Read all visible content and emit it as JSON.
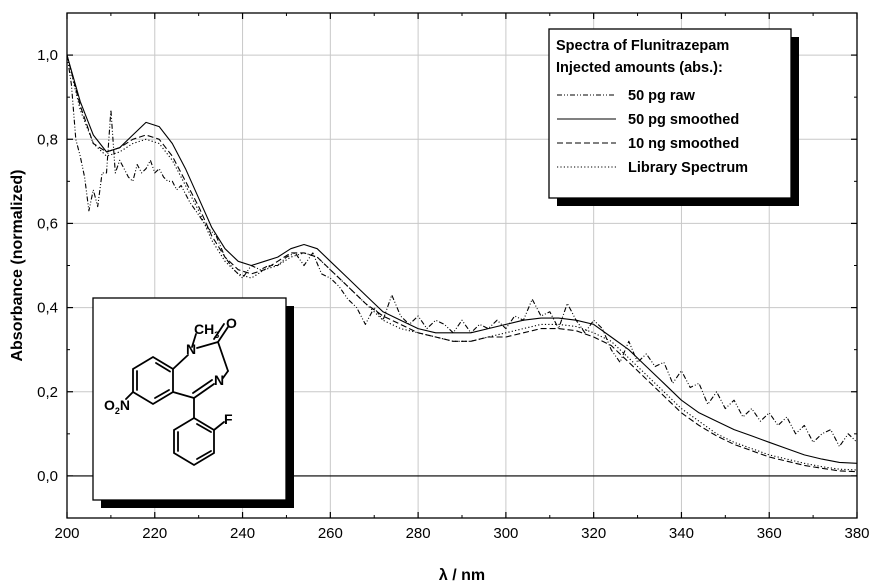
{
  "chart_data": {
    "type": "line",
    "xlabel": "λ / nm",
    "ylabel": "Absorbance (normalized)",
    "xlim": [
      200,
      380
    ],
    "ylim": [
      -0.1,
      1.1
    ],
    "xticks": [
      "200",
      "220",
      "240",
      "260",
      "280",
      "300",
      "320",
      "340",
      "360",
      "380"
    ],
    "yticks": [
      "0,0",
      "0,2",
      "0,4",
      "0,6",
      "0,8",
      "1,0"
    ],
    "grid": true,
    "legend": {
      "position": "top-right",
      "title_lines": [
        "Spectra of Flunitrazepam",
        "Injected amounts (abs.):"
      ]
    },
    "series": [
      {
        "name": "50 pg raw",
        "style": "dash-dot-dot",
        "x": [
          200,
          201,
          202,
          203,
          204,
          205,
          206,
          207,
          208,
          209,
          210,
          211,
          212,
          213,
          214,
          215,
          216,
          217,
          218,
          219,
          220,
          221,
          222,
          223,
          224,
          225,
          226,
          228,
          230,
          232,
          234,
          236,
          238,
          240,
          242,
          244,
          246,
          248,
          250,
          252,
          254,
          256,
          258,
          260,
          262,
          264,
          266,
          268,
          270,
          272,
          274,
          276,
          278,
          280,
          282,
          284,
          286,
          288,
          290,
          292,
          294,
          296,
          298,
          300,
          302,
          304,
          306,
          308,
          310,
          312,
          314,
          316,
          318,
          320,
          322,
          324,
          326,
          328,
          330,
          332,
          334,
          336,
          338,
          340,
          342,
          344,
          346,
          348,
          350,
          352,
          354,
          356,
          358,
          360,
          362,
          364,
          366,
          368,
          370,
          372,
          374,
          376,
          378,
          380
        ],
        "y": [
          1.0,
          0.93,
          0.8,
          0.76,
          0.71,
          0.63,
          0.68,
          0.64,
          0.72,
          0.72,
          0.87,
          0.72,
          0.75,
          0.73,
          0.71,
          0.7,
          0.74,
          0.72,
          0.73,
          0.75,
          0.72,
          0.73,
          0.71,
          0.7,
          0.7,
          0.68,
          0.69,
          0.65,
          0.62,
          0.59,
          0.57,
          0.52,
          0.49,
          0.47,
          0.5,
          0.49,
          0.5,
          0.5,
          0.52,
          0.53,
          0.5,
          0.53,
          0.48,
          0.47,
          0.45,
          0.42,
          0.4,
          0.36,
          0.4,
          0.37,
          0.43,
          0.38,
          0.36,
          0.38,
          0.35,
          0.37,
          0.36,
          0.34,
          0.37,
          0.34,
          0.36,
          0.35,
          0.37,
          0.35,
          0.38,
          0.37,
          0.42,
          0.38,
          0.39,
          0.35,
          0.41,
          0.37,
          0.34,
          0.37,
          0.35,
          0.3,
          0.27,
          0.32,
          0.27,
          0.29,
          0.26,
          0.27,
          0.22,
          0.25,
          0.21,
          0.22,
          0.17,
          0.2,
          0.16,
          0.18,
          0.14,
          0.16,
          0.13,
          0.15,
          0.12,
          0.14,
          0.1,
          0.12,
          0.08,
          0.1,
          0.11,
          0.07,
          0.1,
          0.08
        ]
      },
      {
        "name": "50 pg smoothed",
        "style": "solid",
        "x": [
          200,
          203,
          206,
          209,
          212,
          215,
          218,
          221,
          224,
          227,
          230,
          233,
          236,
          239,
          242,
          245,
          248,
          251,
          254,
          257,
          260,
          264,
          268,
          272,
          276,
          280,
          284,
          288,
          292,
          296,
          300,
          304,
          308,
          312,
          316,
          320,
          324,
          328,
          332,
          336,
          340,
          344,
          348,
          352,
          356,
          360,
          364,
          368,
          372,
          376,
          380
        ],
        "y": [
          1.0,
          0.89,
          0.81,
          0.77,
          0.78,
          0.81,
          0.84,
          0.83,
          0.79,
          0.73,
          0.66,
          0.59,
          0.54,
          0.51,
          0.5,
          0.51,
          0.52,
          0.54,
          0.55,
          0.54,
          0.51,
          0.47,
          0.43,
          0.39,
          0.37,
          0.35,
          0.34,
          0.34,
          0.34,
          0.35,
          0.36,
          0.37,
          0.375,
          0.375,
          0.37,
          0.36,
          0.33,
          0.3,
          0.26,
          0.22,
          0.18,
          0.15,
          0.13,
          0.11,
          0.095,
          0.08,
          0.065,
          0.05,
          0.04,
          0.032,
          0.03
        ]
      },
      {
        "name": "10 ng smoothed",
        "style": "dashed",
        "x": [
          200,
          203,
          206,
          209,
          212,
          215,
          218,
          221,
          224,
          227,
          230,
          233,
          236,
          239,
          242,
          245,
          248,
          251,
          254,
          257,
          260,
          264,
          268,
          272,
          276,
          280,
          284,
          288,
          292,
          296,
          300,
          304,
          308,
          312,
          316,
          320,
          324,
          328,
          332,
          336,
          340,
          344,
          348,
          352,
          356,
          360,
          364,
          368,
          372,
          376,
          380
        ],
        "y": [
          1.0,
          0.88,
          0.79,
          0.77,
          0.78,
          0.8,
          0.81,
          0.8,
          0.76,
          0.7,
          0.64,
          0.57,
          0.52,
          0.49,
          0.48,
          0.49,
          0.51,
          0.53,
          0.53,
          0.52,
          0.49,
          0.45,
          0.41,
          0.38,
          0.36,
          0.34,
          0.33,
          0.32,
          0.32,
          0.33,
          0.33,
          0.34,
          0.35,
          0.35,
          0.345,
          0.33,
          0.31,
          0.27,
          0.23,
          0.19,
          0.15,
          0.12,
          0.095,
          0.075,
          0.06,
          0.045,
          0.035,
          0.025,
          0.018,
          0.012,
          0.01
        ]
      },
      {
        "name": "Library Spectrum",
        "style": "dotted",
        "x": [
          200,
          203,
          206,
          209,
          212,
          215,
          218,
          221,
          224,
          227,
          230,
          233,
          236,
          239,
          242,
          245,
          248,
          251,
          254,
          257,
          260,
          264,
          268,
          272,
          276,
          280,
          284,
          288,
          292,
          296,
          300,
          304,
          308,
          312,
          316,
          320,
          324,
          328,
          332,
          336,
          340,
          344,
          348,
          352,
          356,
          360,
          364,
          368,
          372,
          376,
          380
        ],
        "y": [
          1.0,
          0.87,
          0.79,
          0.76,
          0.77,
          0.79,
          0.8,
          0.79,
          0.75,
          0.69,
          0.63,
          0.56,
          0.51,
          0.48,
          0.47,
          0.49,
          0.5,
          0.52,
          0.53,
          0.52,
          0.49,
          0.45,
          0.41,
          0.37,
          0.35,
          0.34,
          0.33,
          0.32,
          0.32,
          0.33,
          0.34,
          0.35,
          0.36,
          0.36,
          0.355,
          0.34,
          0.32,
          0.28,
          0.24,
          0.2,
          0.16,
          0.13,
          0.1,
          0.08,
          0.065,
          0.05,
          0.04,
          0.03,
          0.022,
          0.016,
          0.014
        ]
      }
    ],
    "inset": {
      "labels": [
        "O",
        "N",
        "N",
        "F"
      ],
      "ch3_main": "CH",
      "ch3_sub": "3",
      "no2_o": "O",
      "no2_sub": "2",
      "no2_n": "N"
    }
  }
}
